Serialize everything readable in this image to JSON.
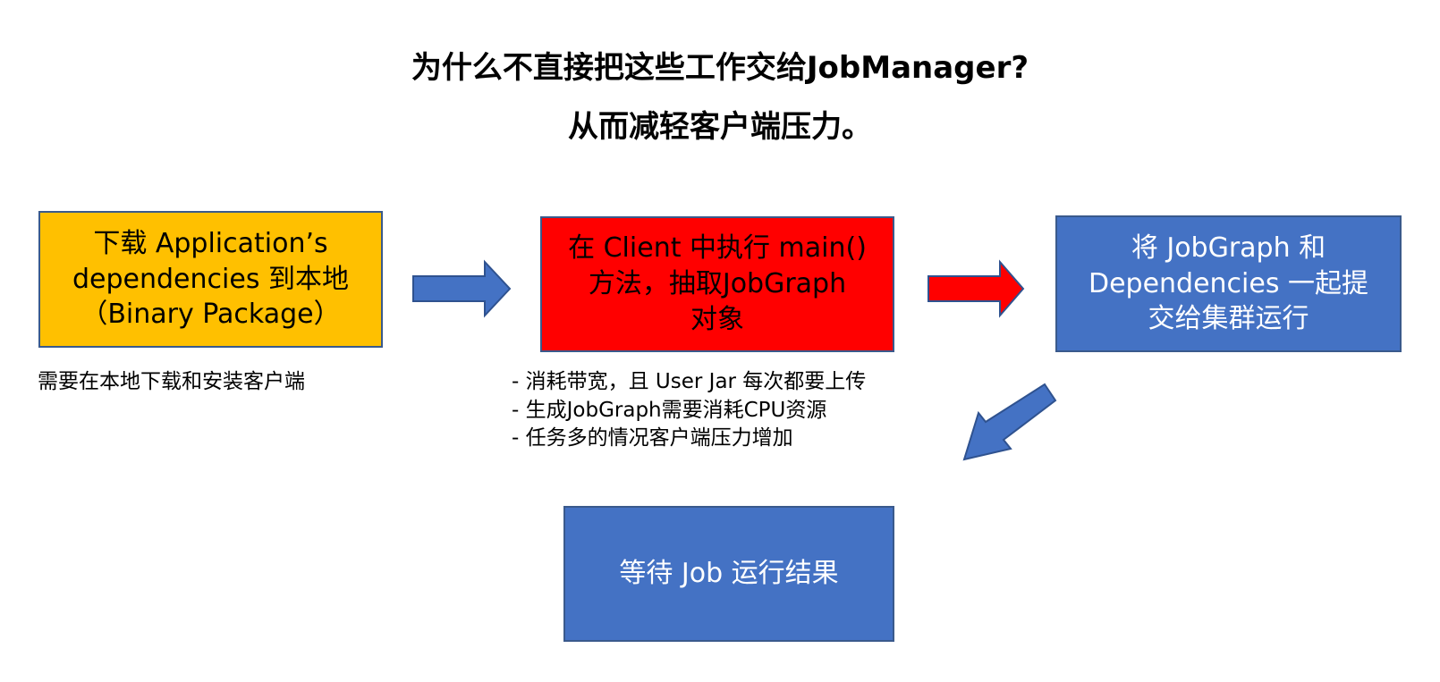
{
  "title": {
    "line1": "为什么不直接把这些工作交给JobManager?",
    "line2": "从而减轻客户端压力。"
  },
  "colors": {
    "orange": "#FFC000",
    "red": "#FF0000",
    "blue": "#4472C4",
    "border": "#2F528F"
  },
  "boxes": {
    "download": {
      "lines": [
        "下载 Application’s",
        "dependencies  到本地",
        "（Binary Package）"
      ]
    },
    "main": {
      "lines": [
        "在 Client 中执行 main()",
        "方法，抽取JobGraph",
        "对象"
      ]
    },
    "submit": {
      "lines": [
        "将 JobGraph 和",
        "Dependencies  一起提",
        "交给集群运行"
      ]
    },
    "wait": {
      "lines": [
        "等待 Job 运行结果"
      ]
    }
  },
  "notes": {
    "left": "需要在本地下载和安装客户端",
    "middle": [
      "- 消耗带宽，且 User Jar 每次都要上传",
      "- 生成JobGraph需要消耗CPU资源",
      "- 任务多的情况客户端压力增加"
    ]
  }
}
